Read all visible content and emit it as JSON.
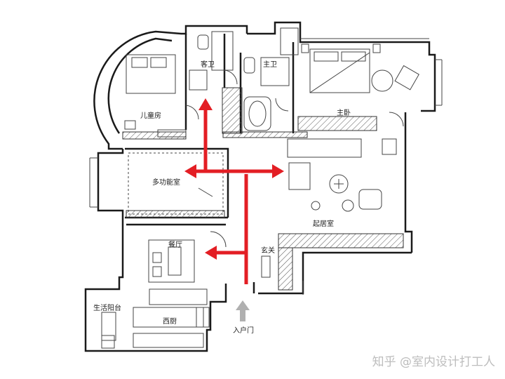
{
  "rooms": {
    "guest_bath": "客卫",
    "master_bath": "主卫",
    "kids_room": "儿童房",
    "master_bedroom": "主卧",
    "multi_room": "多功能室",
    "living_room": "起居室",
    "dining_room": "餐厅",
    "foyer": "玄关",
    "laundry_balcony": "生活阳台",
    "kitchen": "西厨",
    "entrance": "入户门"
  },
  "watermark": "知乎 @室内设计打工人",
  "colors": {
    "arrow": "#e31e24",
    "wall": "#1a1a1a",
    "hatch": "#555555",
    "entry_arrow": "#b0b0b0"
  }
}
